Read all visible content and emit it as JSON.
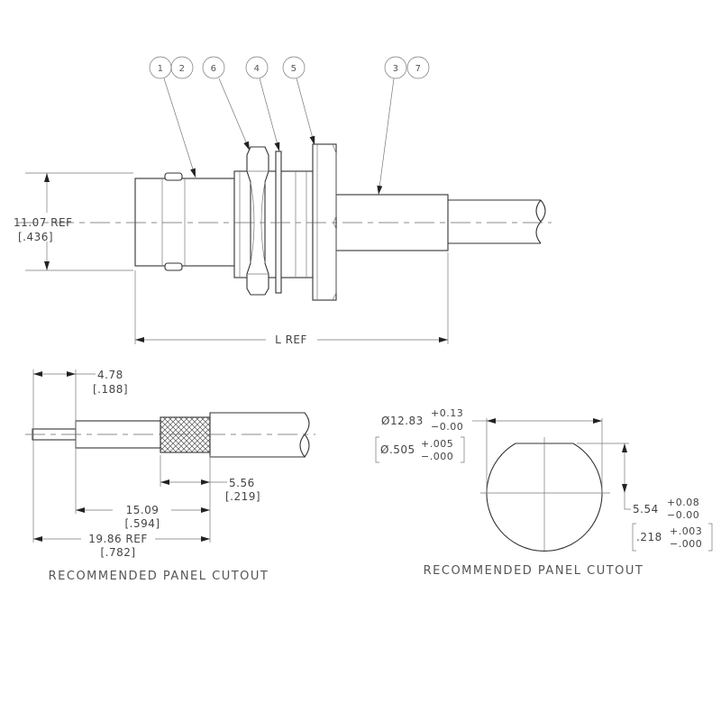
{
  "balloons": {
    "b1": "1",
    "b2": "2",
    "b6": "6",
    "b4": "4",
    "b5": "5",
    "b3": "3",
    "b7": "7"
  },
  "main_view": {
    "height_dim": "11.07 REF",
    "height_dim_in": "[.436]",
    "length_dim": "L REF"
  },
  "cable_strip": {
    "pin_dim": "4.78",
    "pin_dim_in": "[.188]",
    "braid_dim": "5.56",
    "braid_dim_in": "[.219]",
    "dielectric_dim": "15.09",
    "dielectric_dim_in": "[.594]",
    "overall_dim": "19.86 REF",
    "overall_dim_in": "[.782]",
    "caption": "RECOMMENDED PANEL CUTOUT"
  },
  "panel_cutout": {
    "diameter": "Ø12.83",
    "diameter_plus": "+0.13",
    "diameter_minus": "−0.00",
    "diameter_in": "Ø.505",
    "diameter_in_plus": "+.005",
    "diameter_in_minus": "−.000",
    "flat": "5.54",
    "flat_plus": "+0.08",
    "flat_minus": "−0.00",
    "flat_in": ".218",
    "flat_in_plus": "+.003",
    "flat_in_minus": "−.000",
    "caption": "RECOMMENDED PANEL CUTOUT"
  }
}
